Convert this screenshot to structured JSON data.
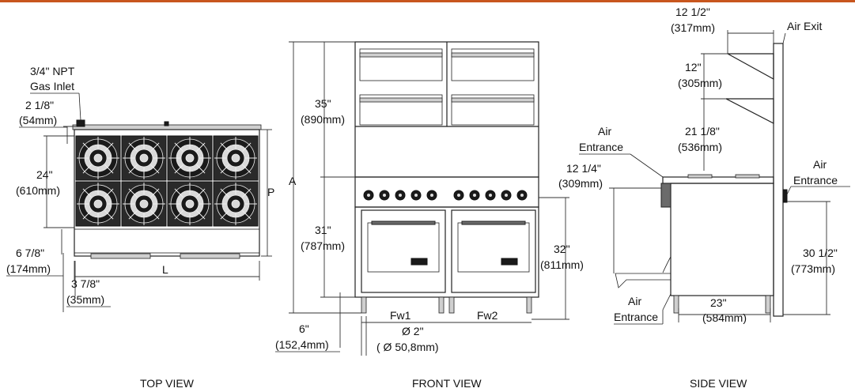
{
  "colors": {
    "top_border": "#c8561e",
    "line": "#222222",
    "burner": "#1a1a1a"
  },
  "views": {
    "top": {
      "caption": "TOP VIEW",
      "labels": {
        "gas_inlet_line1": "3/4\" NPT",
        "gas_inlet_line2": "Gas Inlet",
        "dim_2_1_8": "2 1/8\"",
        "dim_54mm": "(54mm)",
        "dim_24": "24\"",
        "dim_610mm": "(610mm)",
        "dim_6_7_8": "6 7/8\"",
        "dim_174mm": "(174mm)",
        "dim_3_7_8": "3 7/8\"",
        "dim_35mm": "(35mm)",
        "L": "L",
        "P": "P"
      }
    },
    "front": {
      "caption": "FRONT VIEW",
      "labels": {
        "A": "A",
        "dim_35": "35\"",
        "dim_890mm": "(890mm)",
        "dim_31": "31\"",
        "dim_787mm": "(787mm)",
        "dim_32": "32\"",
        "dim_811mm": "(811mm)",
        "dim_6": "6\"",
        "dim_152mm": "(152,4mm)",
        "Fw1": "Fw1",
        "Fw2": "Fw2",
        "dia_2": "Ø 2\"",
        "dia_50mm": "( Ø 50,8mm)"
      }
    },
    "side": {
      "caption": "SIDE VIEW",
      "labels": {
        "dim_12_1_2": "12 1/2\"",
        "dim_317mm": "(317mm)",
        "air_exit": "Air Exit",
        "dim_12": "12\"",
        "dim_305mm": "(305mm)",
        "dim_21_1_8": "21 1/8\"",
        "dim_536mm": "(536mm)",
        "air_entrance_top_1": "Air",
        "air_entrance_top_2": "Entrance",
        "air_entrance_right_1": "Air",
        "air_entrance_right_2": "Entrance",
        "dim_12_1_4": "12 1/4\"",
        "dim_309mm": "(309mm)",
        "dim_30_1_2": "30 1/2\"",
        "dim_773mm": "(773mm)",
        "air_entrance_bottom_1": "Air",
        "air_entrance_bottom_2": "Entrance",
        "dim_23": "23\"",
        "dim_584mm": "(584mm)"
      }
    }
  }
}
